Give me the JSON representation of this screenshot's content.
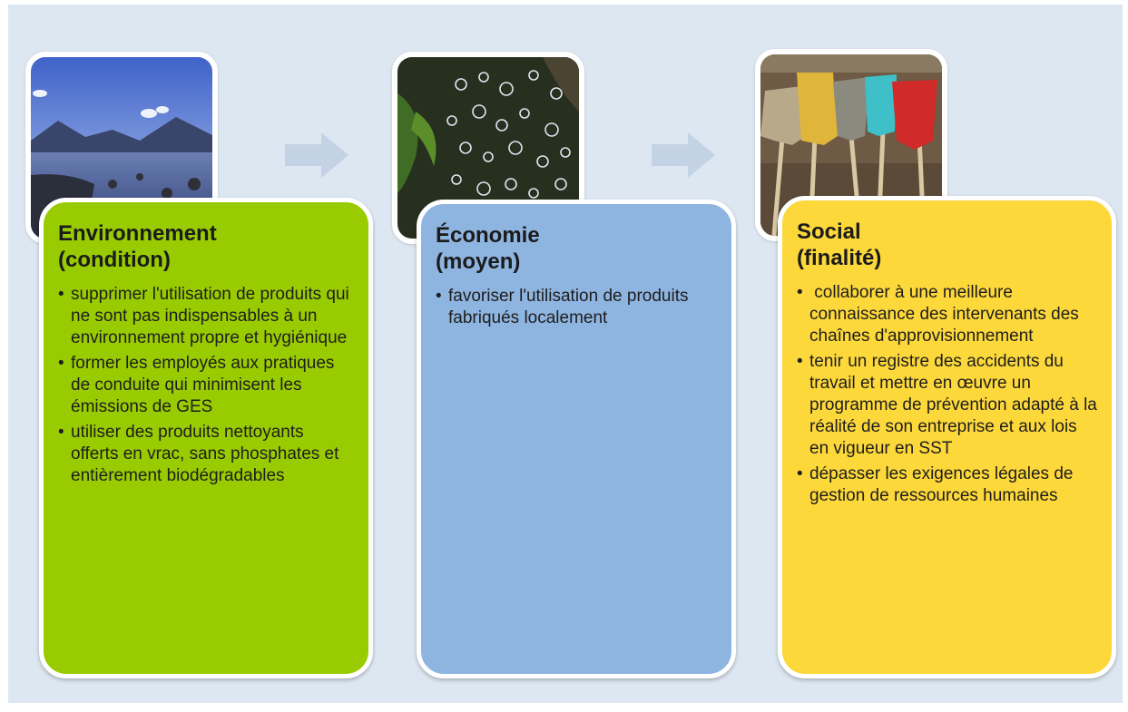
{
  "colors": {
    "background": "#dde7f1",
    "environment": "#99cc00",
    "economy": "#8eb4e0",
    "social": "#fdd83a",
    "arrow": "#c3d2e4"
  },
  "photos": {
    "environment": "mountain-lake-photo",
    "economy": "soap-bubbles-photo",
    "social": "mops-photo"
  },
  "cards": {
    "environment": {
      "title": "Environnement\n(condition)",
      "items": [
        "supprimer l'utilisation de produits qui ne sont pas indispensables à un environnement propre et hygiénique",
        "former les employés aux pratiques de conduite qui minimisent les émissions de GES",
        "utiliser des produits nettoyants offerts en vrac, sans phosphates et entièrement biodégradables"
      ]
    },
    "economy": {
      "title": "Économie\n(moyen)",
      "items": [
        "favoriser l'utilisation de produits fabriqués localement"
      ]
    },
    "social": {
      "title": "Social\n(finalité)",
      "items": [
        " collaborer à une meilleure connaissance des intervenants des chaînes d'approvisionnement",
        "tenir un registre des accidents du travail et mettre en œuvre un programme de prévention adapté à la réalité de son entreprise et aux lois en vigueur en SST",
        "dépasser les exigences légales de gestion de ressources humaines"
      ]
    }
  }
}
